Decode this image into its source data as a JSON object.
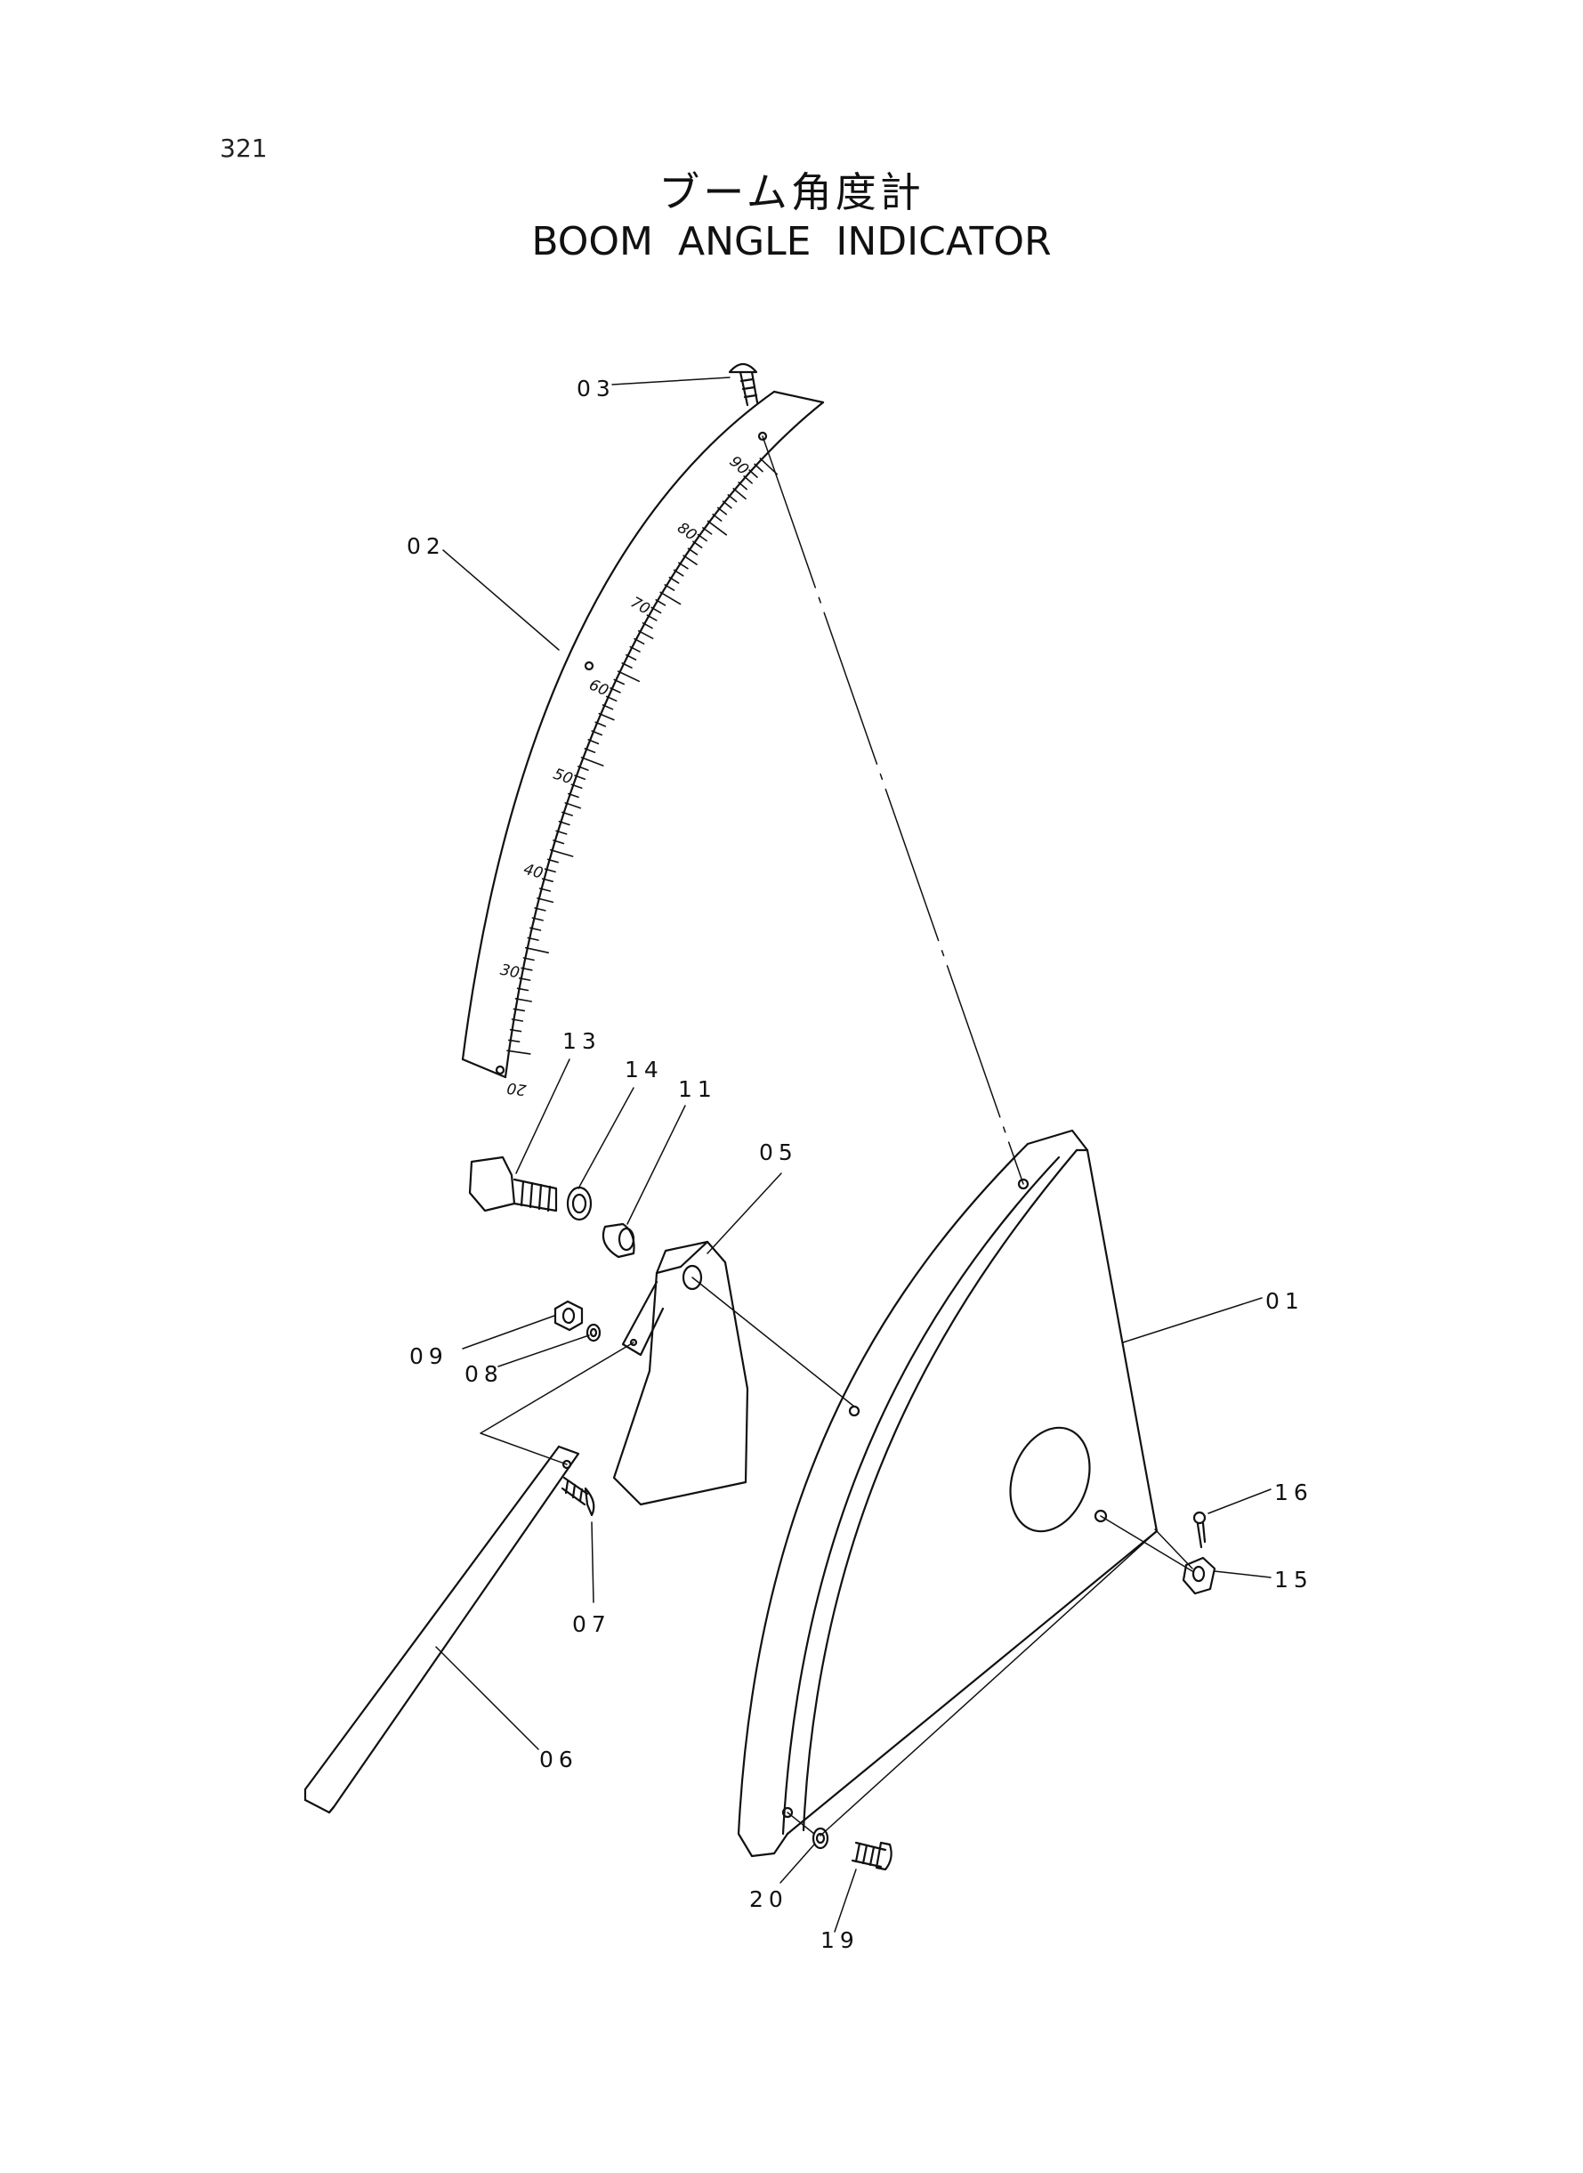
{
  "page_number": "321",
  "title_jp": "ブーム角度計",
  "title_en": "BOOM ANGLE INDICATOR",
  "scale_marks": [
    "90",
    "80",
    "70",
    "60",
    "50",
    "40",
    "30",
    "20"
  ],
  "callouts": [
    {
      "id": "p03",
      "label": "03"
    },
    {
      "id": "p02",
      "label": "02"
    },
    {
      "id": "p13",
      "label": "13"
    },
    {
      "id": "p14",
      "label": "14"
    },
    {
      "id": "p11",
      "label": "11"
    },
    {
      "id": "p05",
      "label": "05"
    },
    {
      "id": "p01",
      "label": "01"
    },
    {
      "id": "p09",
      "label": "09"
    },
    {
      "id": "p08",
      "label": "08"
    },
    {
      "id": "p16",
      "label": "16"
    },
    {
      "id": "p15",
      "label": "15"
    },
    {
      "id": "p07",
      "label": "07"
    },
    {
      "id": "p06",
      "label": "06"
    },
    {
      "id": "p20",
      "label": "20"
    },
    {
      "id": "p19",
      "label": "19"
    }
  ]
}
